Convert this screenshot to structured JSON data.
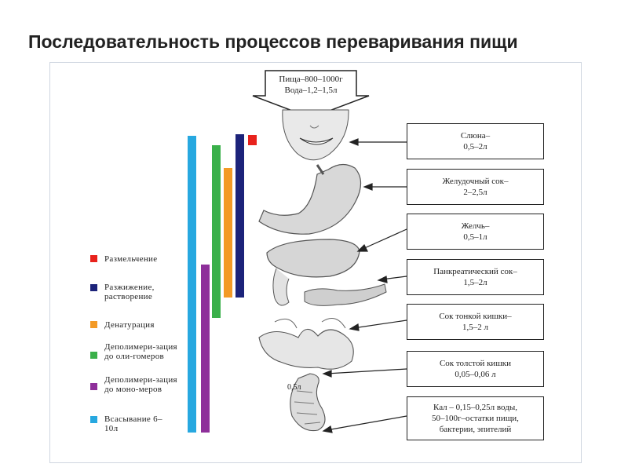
{
  "title": "Последовательность процессов переваривания пищи",
  "food": {
    "line1": "Пища–800–1000г",
    "line2": "Вода–1,2–1,5л"
  },
  "legend": [
    {
      "label": "Размельчение",
      "color": "#e8221c"
    },
    {
      "label": "Разжижение, растворение",
      "color": "#1c237a"
    },
    {
      "label": "Денатурация",
      "color": "#f39a26"
    },
    {
      "label": "Деполимери-зация до оли-гомеров",
      "color": "#3ab04a"
    },
    {
      "label": "Деполимери-зация до моно-меров",
      "color": "#8e2f9a"
    },
    {
      "label": "Всасывание 6–10л",
      "color": "#27a8e0"
    }
  ],
  "secretions": [
    {
      "line1": "Слюна–",
      "line2": "0,5–2л"
    },
    {
      "line1": "Желудочный сок–",
      "line2": "2–2,5л"
    },
    {
      "line1": "Желчь–",
      "line2": "0,5–1л"
    },
    {
      "line1": "Панкреатический сок–",
      "line2": "1,5–2л"
    },
    {
      "line1": "Сок тонкой кишки–",
      "line2": "1,5–2 л"
    },
    {
      "line1": "Сок толстой кишки",
      "line2": "0,05–0,06 л"
    },
    {
      "line1": "Кал – 0,15–0,25л воды,",
      "line2": "50–100г–остатки пищи,",
      "line3": "бактерии, эпителий"
    }
  ],
  "colon_label": "0,5л"
}
